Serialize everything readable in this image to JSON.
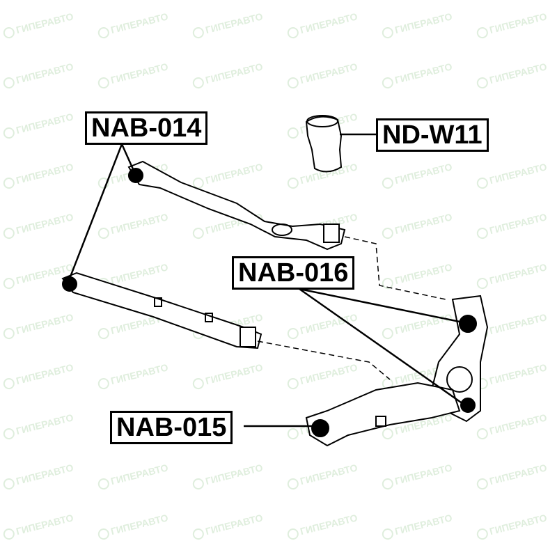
{
  "watermark": "ГИПЕРАВТО",
  "labels": {
    "nab014": "NAB-014",
    "ndw11": "ND-W11",
    "nab016": "NAB-016",
    "nab015": "NAB-015"
  }
}
